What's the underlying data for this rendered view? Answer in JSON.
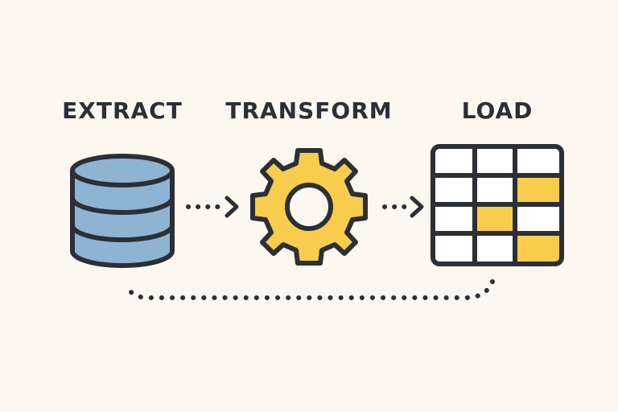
{
  "stages": [
    {
      "id": "extract",
      "label": "EXTRACT",
      "icon": "database-icon"
    },
    {
      "id": "transform",
      "label": "TRANSFORM",
      "icon": "gear-icon"
    },
    {
      "id": "load",
      "label": "LOAD",
      "icon": "table-grid-icon"
    }
  ],
  "colors": {
    "background": "#fdf8ef",
    "ink": "#2b2f36",
    "database_fill": "#8eb4d3",
    "accent_yellow": "#f8cc4c",
    "cell_white": "#ffffff"
  },
  "connectors": [
    {
      "from": "extract",
      "to": "transform",
      "style": "dotted-arrow"
    },
    {
      "from": "transform",
      "to": "load",
      "style": "dotted-arrow"
    },
    {
      "from": "load",
      "to": "extract",
      "style": "dotted-loop"
    }
  ]
}
